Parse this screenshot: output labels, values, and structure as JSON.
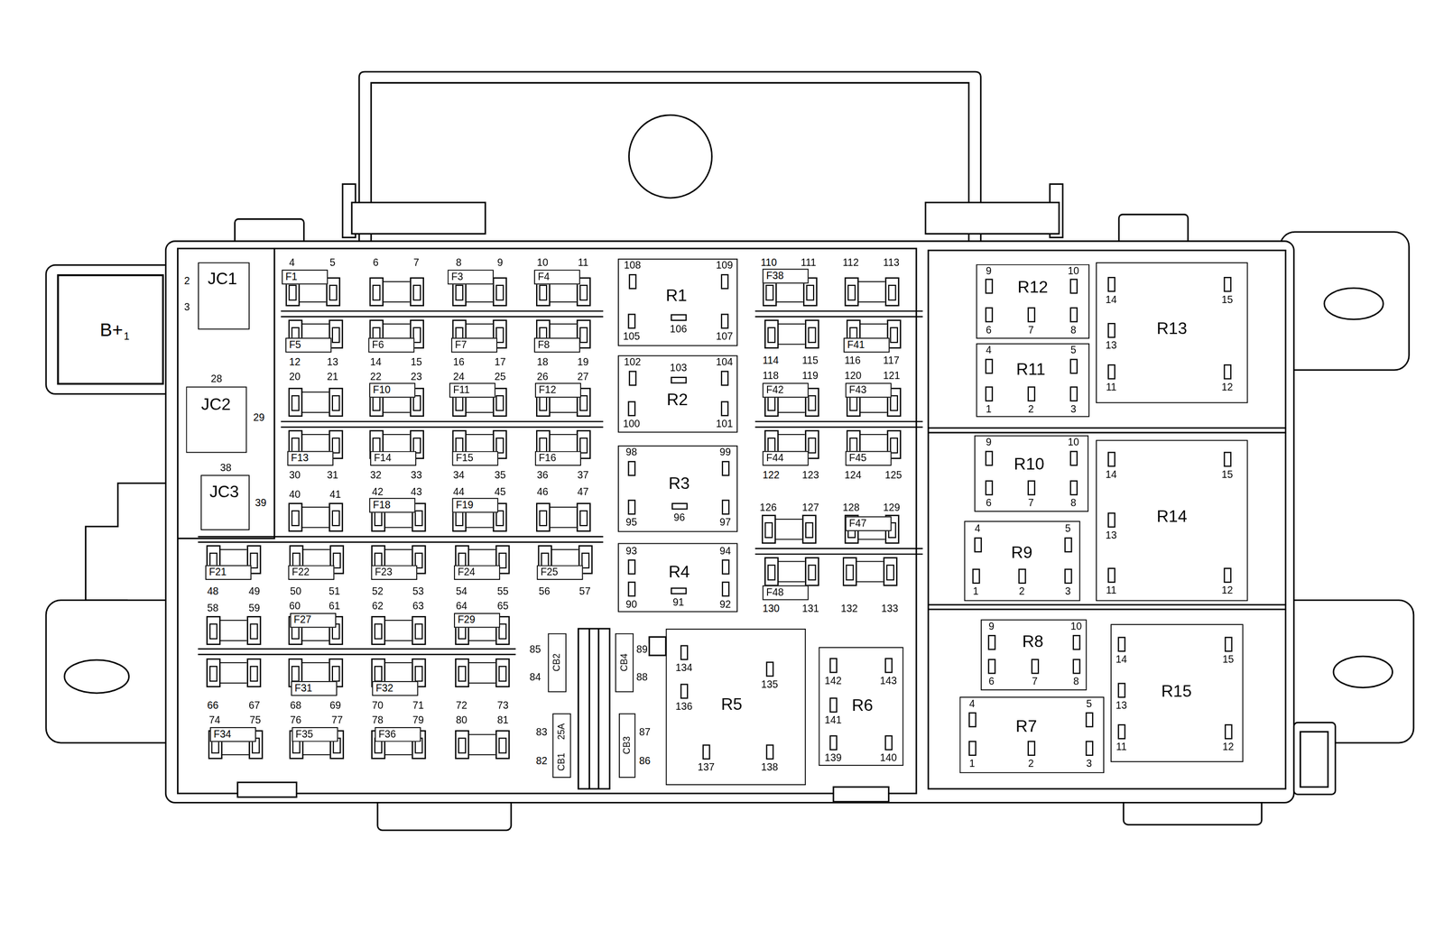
{
  "diagram": {
    "nodes": [
      {
        "text": [
          "B+",
          "1"
        ]
      },
      {
        "text": [
          "JC1"
        ]
      },
      {
        "text": [
          "JC2"
        ]
      },
      {
        "text": [
          "JC3"
        ]
      },
      {
        "text": [
          "F1"
        ]
      },
      {
        "text": [
          "F3"
        ]
      },
      {
        "text": [
          "F4"
        ]
      },
      {
        "text": [
          "F5"
        ]
      },
      {
        "text": [
          "F6"
        ]
      },
      {
        "text": [
          "F7"
        ]
      },
      {
        "text": [
          "F8"
        ]
      },
      {
        "text": [
          "F10"
        ]
      },
      {
        "text": [
          "F11"
        ]
      },
      {
        "text": [
          "F12"
        ]
      },
      {
        "text": [
          "F13"
        ]
      },
      {
        "text": [
          "F14"
        ]
      },
      {
        "text": [
          "F15"
        ]
      },
      {
        "text": [
          "F16"
        ]
      },
      {
        "text": [
          "F18"
        ]
      },
      {
        "text": [
          "F19"
        ]
      },
      {
        "text": [
          "F21"
        ]
      },
      {
        "text": [
          "F22"
        ]
      },
      {
        "text": [
          "F23"
        ]
      },
      {
        "text": [
          "F24"
        ]
      },
      {
        "text": [
          "F25"
        ]
      },
      {
        "text": [
          "F27"
        ]
      },
      {
        "text": [
          "F29"
        ]
      },
      {
        "text": [
          "F31"
        ]
      },
      {
        "text": [
          "F32"
        ]
      },
      {
        "text": [
          "F34"
        ]
      },
      {
        "text": [
          "F35"
        ]
      },
      {
        "text": [
          "F36"
        ]
      },
      {
        "text": [
          "F38"
        ]
      },
      {
        "text": [
          "F41"
        ]
      },
      {
        "text": [
          "F42"
        ]
      },
      {
        "text": [
          "F43"
        ]
      },
      {
        "text": [
          "F44"
        ]
      },
      {
        "text": [
          "F45"
        ]
      },
      {
        "text": [
          "F47"
        ]
      },
      {
        "text": [
          "F48"
        ]
      },
      {
        "text": [
          "R1",
          "108",
          "109",
          "105",
          "106",
          "107"
        ]
      },
      {
        "text": [
          "R2",
          "102",
          "103",
          "104",
          "100",
          "101"
        ]
      },
      {
        "text": [
          "R3",
          "98",
          "99",
          "95",
          "96",
          "97"
        ]
      },
      {
        "text": [
          "R4",
          "93",
          "94",
          "90",
          "91",
          "92"
        ]
      },
      {
        "text": [
          "R5",
          "134",
          "135",
          "136",
          "137",
          "138"
        ]
      },
      {
        "text": [
          "R6",
          "142",
          "143",
          "141",
          "139",
          "140"
        ]
      },
      {
        "text": [
          "R7",
          "4",
          "5",
          "1",
          "2",
          "3"
        ]
      },
      {
        "text": [
          "R8",
          "9",
          "10",
          "6",
          "7",
          "8"
        ]
      },
      {
        "text": [
          "R9",
          "4",
          "5",
          "1",
          "2",
          "3"
        ]
      },
      {
        "text": [
          "R10",
          "9",
          "10",
          "6",
          "7",
          "8"
        ]
      },
      {
        "text": [
          "R11",
          "4",
          "5",
          "1",
          "2",
          "3"
        ]
      },
      {
        "text": [
          "R12",
          "9",
          "10",
          "6",
          "7",
          "8"
        ]
      },
      {
        "text": [
          "R13",
          "14",
          "15",
          "13",
          "11",
          "12"
        ]
      },
      {
        "text": [
          "R14",
          "14",
          "15",
          "13",
          "11",
          "12"
        ]
      },
      {
        "text": [
          "R15",
          "14",
          "15",
          "13",
          "11",
          "12"
        ]
      },
      {
        "text": [
          "CB1",
          "25A"
        ]
      },
      {
        "text": [
          "CB2"
        ]
      },
      {
        "text": [
          "CB3"
        ]
      },
      {
        "text": [
          "CB4"
        ]
      }
    ],
    "labels": [
      "2",
      "3",
      "4",
      "5",
      "6",
      "7",
      "8",
      "9",
      "10",
      "11",
      "12",
      "13",
      "14",
      "15",
      "16",
      "17",
      "18",
      "19",
      "20",
      "21",
      "22",
      "23",
      "24",
      "25",
      "26",
      "27",
      "28",
      "29",
      "30",
      "31",
      "32",
      "33",
      "34",
      "35",
      "36",
      "37",
      "38",
      "39",
      "40",
      "41",
      "42",
      "43",
      "44",
      "45",
      "46",
      "47",
      "48",
      "49",
      "50",
      "51",
      "52",
      "53",
      "54",
      "55",
      "56",
      "57",
      "58",
      "59",
      "60",
      "61",
      "62",
      "63",
      "64",
      "65",
      "66",
      "67",
      "68",
      "69",
      "70",
      "71",
      "72",
      "73",
      "74",
      "75",
      "76",
      "77",
      "78",
      "79",
      "80",
      "81",
      "82",
      "83",
      "84",
      "85",
      "86",
      "87",
      "88",
      "89",
      "110",
      "111",
      "112",
      "113",
      "114",
      "115",
      "116",
      "117",
      "118",
      "119",
      "120",
      "121",
      "122",
      "123",
      "124",
      "125",
      "126",
      "127",
      "128",
      "129",
      "130",
      "131",
      "132",
      "133"
    ]
  }
}
